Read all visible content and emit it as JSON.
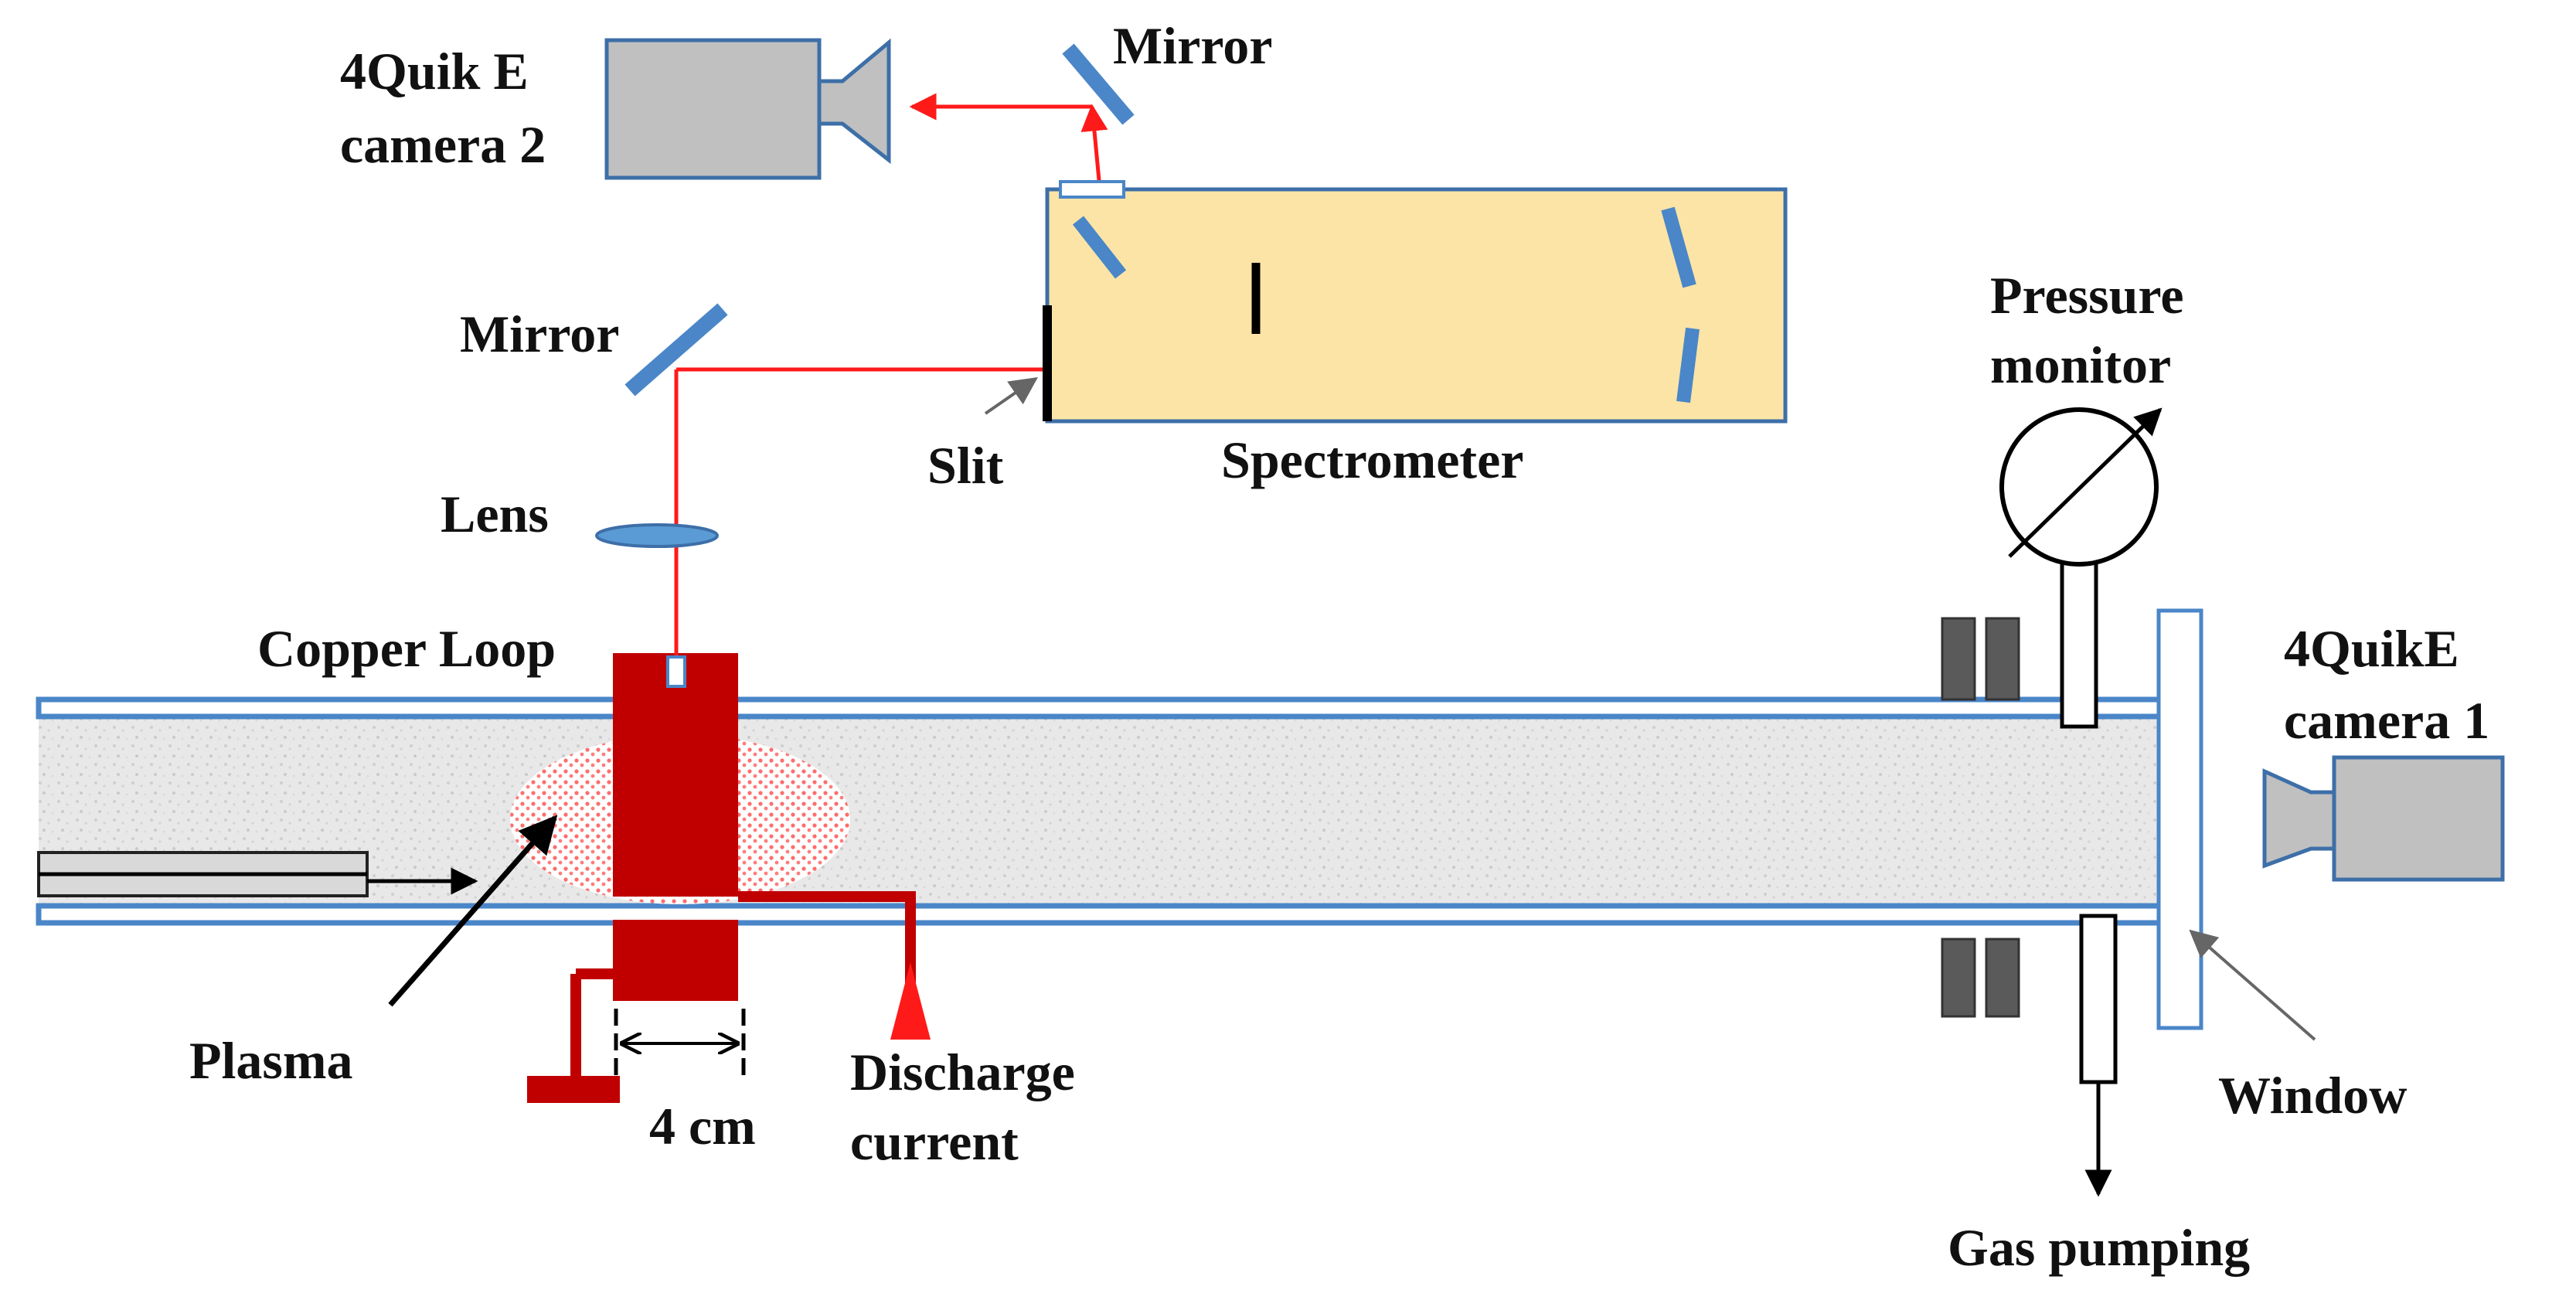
{
  "labels": {
    "camera2": [
      "4Quik E",
      "camera 2"
    ],
    "mirror_top": "Mirror",
    "mirror_left": "Mirror",
    "lens": "Lens",
    "slit": "Slit",
    "spectrometer": "Spectrometer",
    "copper_loop": "Copper Loop",
    "plasma": "Plasma",
    "distance": "4 cm",
    "discharge": [
      "Discharge",
      "current"
    ],
    "pressure": [
      "Pressure",
      "monitor"
    ],
    "camera1": [
      "4QuikE",
      "camera 1"
    ],
    "window": "Window",
    "gas_pumping": "Gas pumping"
  },
  "colors": {
    "beam": "#ff1a1a",
    "copper": "#c00000",
    "tube_wall": "#4a86c8",
    "optic": "#4a86c8",
    "camera_body": "#c0c0c0",
    "camera_border": "#3d6fa8",
    "spectrometer_fill": "#fbe4a6",
    "magnet": "#5a5a5a",
    "gas_fill": "#e6e6e6"
  }
}
